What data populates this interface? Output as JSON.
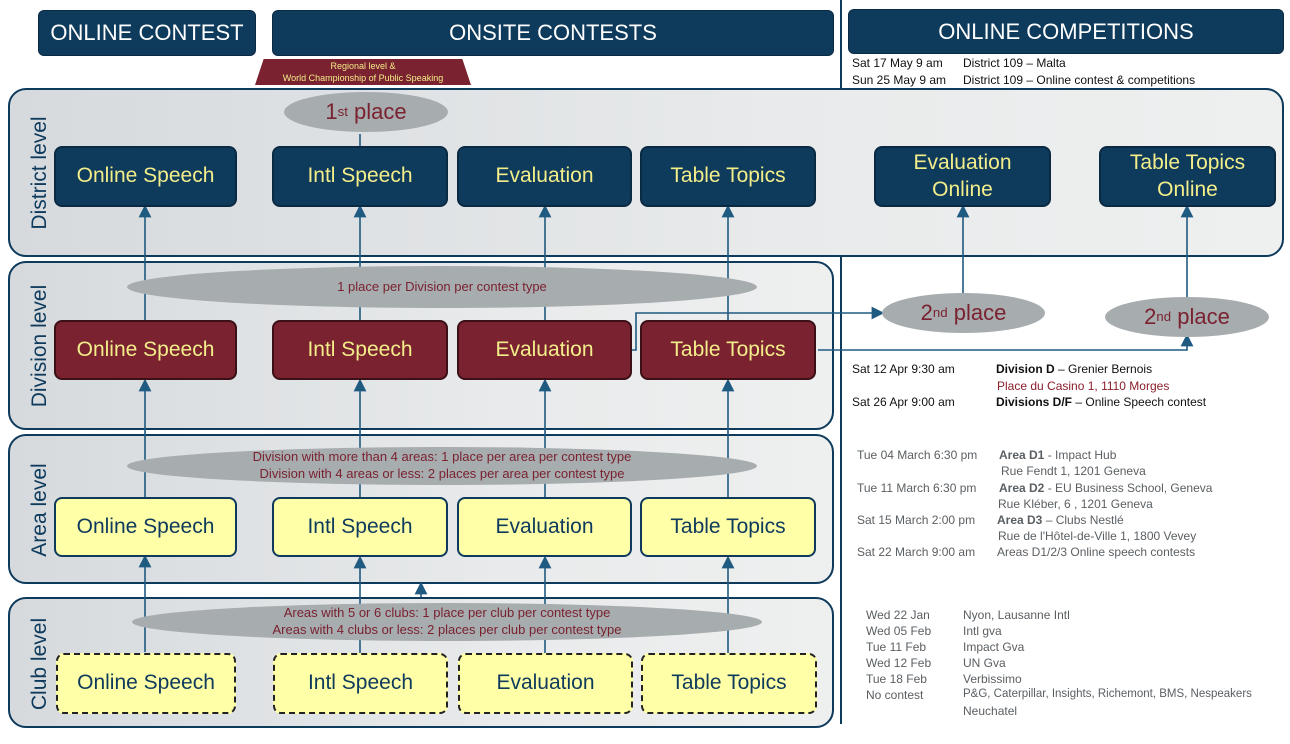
{
  "headers": {
    "online_contest": "ONLINE CONTEST",
    "onsite_contests": "ONSITE CONTESTS",
    "online_competitions": "ONLINE COMPETITIONS"
  },
  "ribbon": {
    "line1": "Regional level &",
    "line2": "World Championship of Public Speaking"
  },
  "levels": {
    "district": "District level",
    "division": "Division level",
    "area": "Area level",
    "club": "Club level"
  },
  "boxes": {
    "online_speech": "Online Speech",
    "intl_speech": "Intl Speech",
    "evaluation": "Evaluation",
    "table_topics": "Table Topics",
    "evaluation_online": "Evaluation Online",
    "table_topics_online": "Table Topics Online"
  },
  "ellipses": {
    "first_place_num": "1",
    "first_place_sup": "st",
    "first_place_word": "place",
    "second_place_num": "2",
    "second_place_sup": "nd",
    "second_place_word": "place",
    "division_rule": "1 place per Division per contest type",
    "area_rule_1": "Division with more than 4 areas: 1 place per area per contest type",
    "area_rule_2": "Division with 4 areas or less: 2 places per area per contest type",
    "club_rule_1": "Areas with 5 or 6 clubs: 1 place per club per contest type",
    "club_rule_2": "Areas with 4 clubs or less: 2 places per club per contest type"
  },
  "district_schedule": [
    {
      "date": "Sat 17 May 9 am",
      "event": "District 109 – Malta"
    },
    {
      "date": "Sun 25 May 9 am",
      "event": "District 109 – Online contest & competitions"
    }
  ],
  "division_schedule": [
    {
      "date": "Sat 12 Apr 9:30 am",
      "bold": "Division D",
      "rest": " – Grenier Bernois"
    },
    {
      "date": "",
      "bold": "",
      "rest": "Place du Casino 1, 1110 Morges"
    },
    {
      "date": "Sat 26 Apr 9:00 am",
      "bold": "Divisions D/F",
      "rest": " – Online Speech contest"
    }
  ],
  "area_schedule": [
    {
      "date": "Tue 04 March 6:30 pm",
      "bold": "Area D1",
      "rest": " - Impact Hub"
    },
    {
      "date": "",
      "bold": "",
      "rest": "Rue Fendt 1, 1201 Geneva"
    },
    {
      "date": "Tue 11 March 6:30 pm",
      "bold": "Area D2",
      "rest": " - EU Business School, Geneva"
    },
    {
      "date": "",
      "bold": "",
      "rest": "Rue Kléber, 6 , 1201 Geneva"
    },
    {
      "date": "Sat 15 March 2:00 pm",
      "bold": "Area D3",
      "rest": " – Clubs Nestlé"
    },
    {
      "date": "",
      "bold": "",
      "rest": "Rue de l'Hôtel-de-Ville 1, 1800 Vevey"
    },
    {
      "date": "Sat 22 March 9:00 am",
      "bold": "",
      "rest": "Areas D1/2/3 Online speech contests"
    }
  ],
  "club_schedule": [
    {
      "date": "Wed 22 Jan",
      "event": "Nyon, Lausanne Intl"
    },
    {
      "date": "Wed 05 Feb",
      "event": "Intl gva"
    },
    {
      "date": "Tue 11 Feb",
      "event": "Impact Gva"
    },
    {
      "date": "Wed 12 Feb",
      "event": "UN Gva"
    },
    {
      "date": "Tue 18 Feb",
      "event": "Verbissimo"
    },
    {
      "date": "No contest",
      "event": "P&G, Caterpillar, Insights, Richemont, BMS, Nespeakers"
    },
    {
      "date": "",
      "event": "Neuchatel"
    }
  ],
  "colors": {
    "navy": "#0e3a5c",
    "maroon": "#7a2230",
    "yellow": "#ffffa8",
    "grey": "#a7acaf"
  }
}
